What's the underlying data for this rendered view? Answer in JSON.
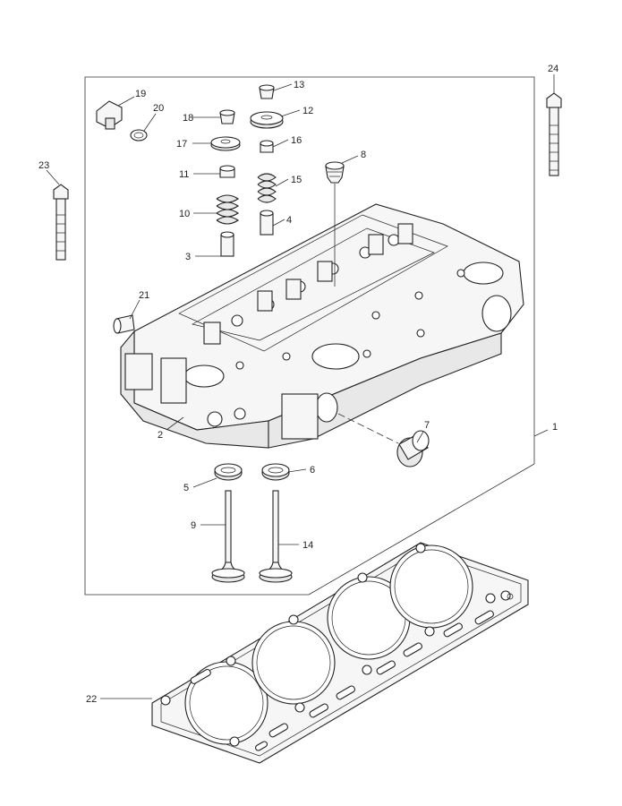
{
  "diagram": {
    "callouts": [
      {
        "id": "c1",
        "text": "1"
      },
      {
        "id": "c2",
        "text": "2"
      },
      {
        "id": "c3",
        "text": "3"
      },
      {
        "id": "c4",
        "text": "4"
      },
      {
        "id": "c5",
        "text": "5"
      },
      {
        "id": "c6",
        "text": "6"
      },
      {
        "id": "c7",
        "text": "7"
      },
      {
        "id": "c8",
        "text": "8"
      },
      {
        "id": "c9",
        "text": "9"
      },
      {
        "id": "c10",
        "text": "10"
      },
      {
        "id": "c11",
        "text": "11"
      },
      {
        "id": "c12",
        "text": "12"
      },
      {
        "id": "c13",
        "text": "13"
      },
      {
        "id": "c14",
        "text": "14"
      },
      {
        "id": "c15",
        "text": "15"
      },
      {
        "id": "c16",
        "text": "16"
      },
      {
        "id": "c17",
        "text": "17"
      },
      {
        "id": "c18",
        "text": "18"
      },
      {
        "id": "c19",
        "text": "19"
      },
      {
        "id": "c20",
        "text": "20"
      },
      {
        "id": "c21",
        "text": "21"
      },
      {
        "id": "c22",
        "text": "22"
      },
      {
        "id": "c23",
        "text": "23"
      },
      {
        "id": "c24",
        "text": "24"
      }
    ]
  },
  "colors": {
    "line": "#222222",
    "fill_light": "#f6f6f6",
    "fill_shade": "#e8e8e8",
    "background": "#ffffff"
  }
}
